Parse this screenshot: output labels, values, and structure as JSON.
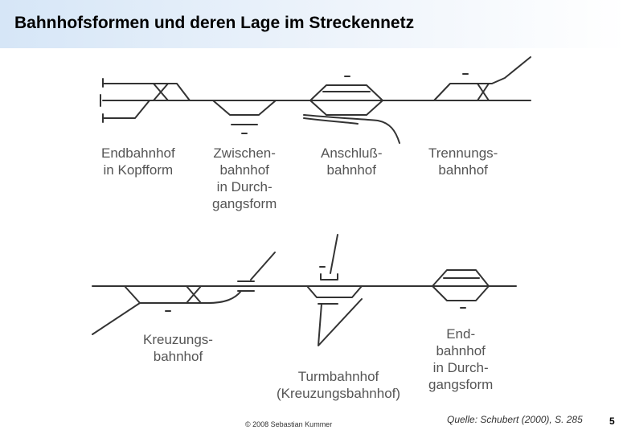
{
  "title": "Bahnhofsformen und deren Lage im Streckennetz",
  "labels": {
    "endbahnhof_kopf": [
      "Endbahnhof",
      "in Kopfform"
    ],
    "zwischenbahnhof": [
      "Zwischen-",
      "bahnhof",
      "in Durch-",
      "gangsform"
    ],
    "anschlussbahnhof": [
      "Anschluß-",
      "bahnhof"
    ],
    "trennungsbahnhof": [
      "Trennungs-",
      "bahnhof"
    ],
    "kreuzungsbahnhof": [
      "Kreuzungs-",
      "bahnhof"
    ],
    "turmbahnhof": [
      "Turmbahnhof",
      "(Kreuzungsbahnhof)"
    ],
    "endbahnhof_durchgang": [
      "End-",
      "bahnhof",
      "in Durch-",
      "gangsform"
    ]
  },
  "footer": {
    "copyright": "© 2008 Sebastian Kummer",
    "source": "Quelle: Schubert (2000), S. 285",
    "page": "5"
  },
  "colors": {
    "line": "#333333",
    "label": "#555555",
    "title_bg": "#d6e6f7"
  }
}
